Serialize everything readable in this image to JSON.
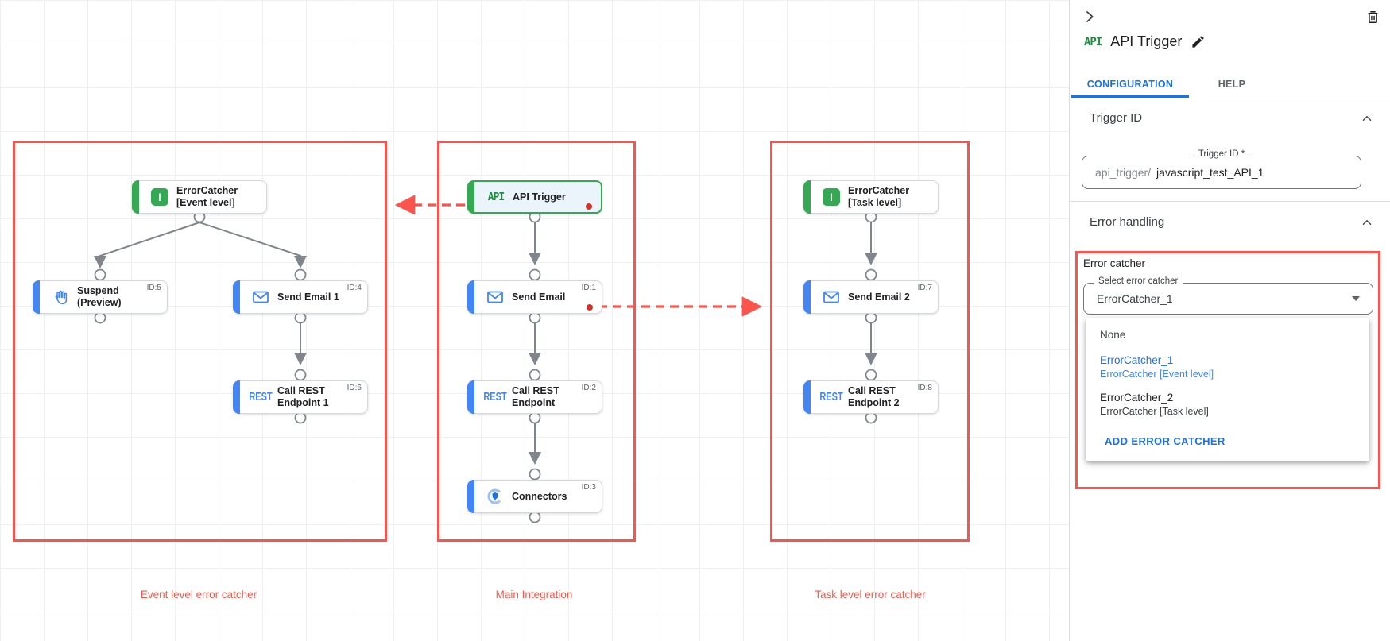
{
  "colors": {
    "accent_blue": "#4285f4",
    "node_green": "#34a853",
    "annotation_red": "#fb544c",
    "error_dot_red": "#d93025",
    "link_blue": "#1a73e8"
  },
  "canvas": {
    "group_labels": {
      "event": "Event level error catcher",
      "main": "Main Integration",
      "task": "Task level error catcher"
    },
    "icon_text": {
      "rest": "REST",
      "api": "API",
      "error": "!"
    },
    "nodes": {
      "ec_event": {
        "label": "ErrorCatcher [Event level]",
        "id": ""
      },
      "suspend": {
        "label": "Suspend (Preview)",
        "id": "ID:5"
      },
      "send_email_1": {
        "label": "Send Email 1",
        "id": "ID:4"
      },
      "call_rest_1": {
        "label": "Call REST Endpoint 1",
        "id": "ID:6"
      },
      "api_trigger": {
        "label": "API Trigger",
        "id": ""
      },
      "send_email": {
        "label": "Send Email",
        "id": "ID:1"
      },
      "call_rest": {
        "label": "Call REST Endpoint",
        "id": "ID:2"
      },
      "connectors": {
        "label": "Connectors",
        "id": "ID:3"
      },
      "ec_task": {
        "label": "ErrorCatcher [Task level]",
        "id": ""
      },
      "send_email_2": {
        "label": "Send Email 2",
        "id": "ID:7"
      },
      "call_rest_2": {
        "label": "Call REST Endpoint 2",
        "id": "ID:8"
      }
    }
  },
  "panel": {
    "api_badge": "API",
    "title": "API Trigger",
    "tabs": {
      "configuration": "CONFIGURATION",
      "help": "HELP"
    },
    "trigger_id": {
      "header": "Trigger ID",
      "field_label": "Trigger ID *",
      "prefix": "api_trigger/",
      "value": "javascript_test_API_1"
    },
    "error_handling": {
      "header": "Error handling",
      "group_label": "Error catcher",
      "select_label": "Select error catcher",
      "select_value": "ErrorCatcher_1",
      "option_none": "None",
      "option1_title": "ErrorCatcher_1",
      "option1_subtitle": "ErrorCatcher [Event level]",
      "option2_title": "ErrorCatcher_2",
      "option2_subtitle": "ErrorCatcher [Task level]",
      "add_button": "ADD ERROR CATCHER"
    }
  }
}
